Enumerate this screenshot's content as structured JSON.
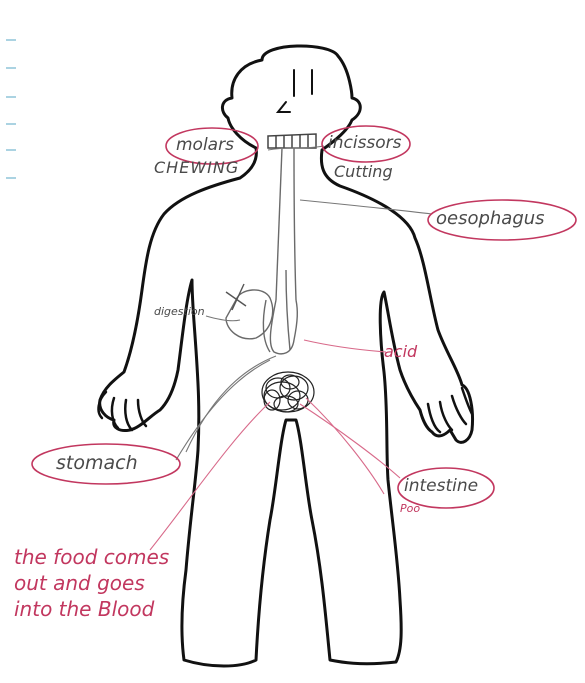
{
  "labels": {
    "molars": "molars",
    "incisors": "incissors",
    "chewing": "CHEWING",
    "cutting": "Cutting",
    "oesophagus": "oesophagus",
    "digestion": "digestion",
    "acid": "acid",
    "stomach": "stomach",
    "intestine": "intestine",
    "poo": "Poo",
    "note_line1": "the food comes",
    "note_line2": "out and goes",
    "note_line3": "into the Blood"
  },
  "colors": {
    "outline": "#111111",
    "pencil": "#6a6a6a",
    "pink_pen": "#c2375f",
    "paper": "#ffffff",
    "margin_ticks": "#8fc4d8"
  }
}
